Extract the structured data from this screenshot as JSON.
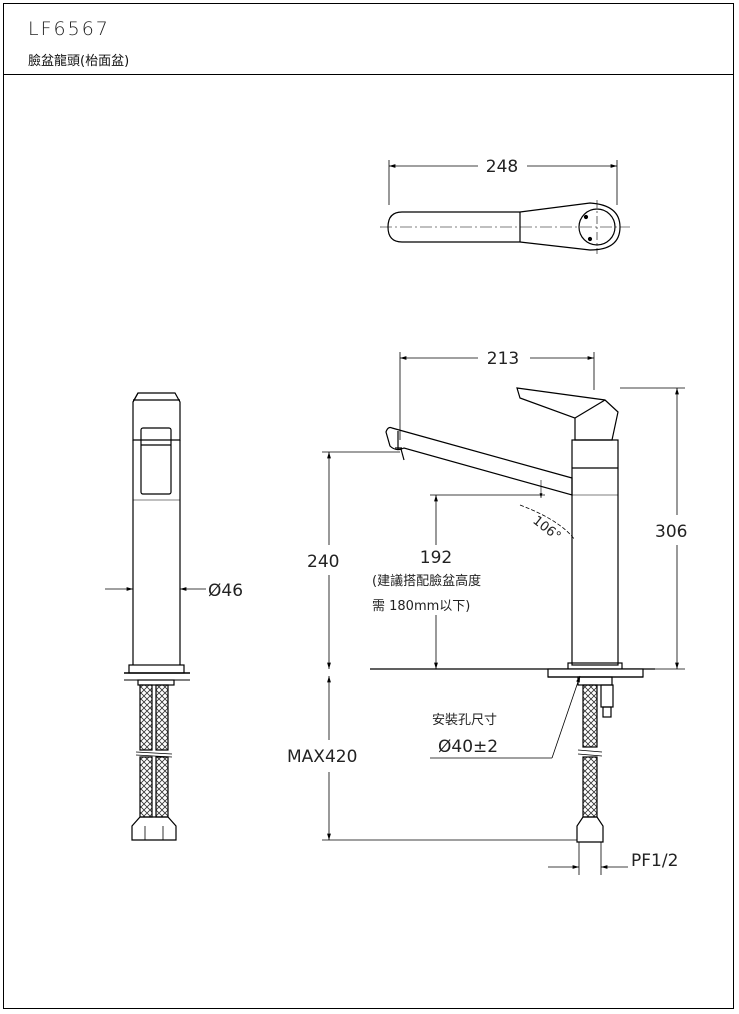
{
  "header": {
    "model": "LF6567",
    "subtitle": "臉盆龍頭(枱面盆)"
  },
  "dimensions": {
    "top_width": "248",
    "spout_reach": "213",
    "total_height": "306",
    "spout_height": "240",
    "clearance": "192",
    "clearance_note_1": "(建議搭配臉盆高度",
    "clearance_note_2": "需 180mm以下)",
    "spout_angle": "106°",
    "body_diameter": "Ø46",
    "mount_hole_label": "安裝孔尺寸",
    "mount_hole_size": "Ø40±2",
    "hose_length": "MAX420",
    "thread": "PF1/2"
  }
}
